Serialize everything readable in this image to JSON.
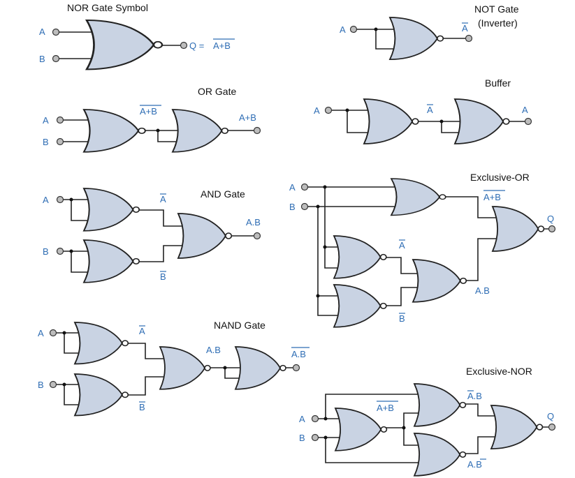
{
  "titles": {
    "nor_symbol": "NOR Gate Symbol",
    "not_gate": "NOT Gate",
    "not_inverter": "(Inverter)",
    "or_gate": "OR Gate",
    "buffer": "Buffer",
    "and_gate": "AND Gate",
    "xor": "Exclusive-OR",
    "nand_gate": "NAND Gate",
    "xnor": "Exclusive-NOR"
  },
  "labels": {
    "a": "A",
    "b": "B",
    "q": "Q",
    "q_eq": "Q =",
    "a_plus_b": "A+B",
    "a_bar": "A",
    "b_bar": "B",
    "a_dot_b": "A.B"
  },
  "colors": {
    "gate_fill": "#c9d3e3",
    "label_blue": "#2e6db4",
    "terminal_gray": "#bdbdbd"
  }
}
